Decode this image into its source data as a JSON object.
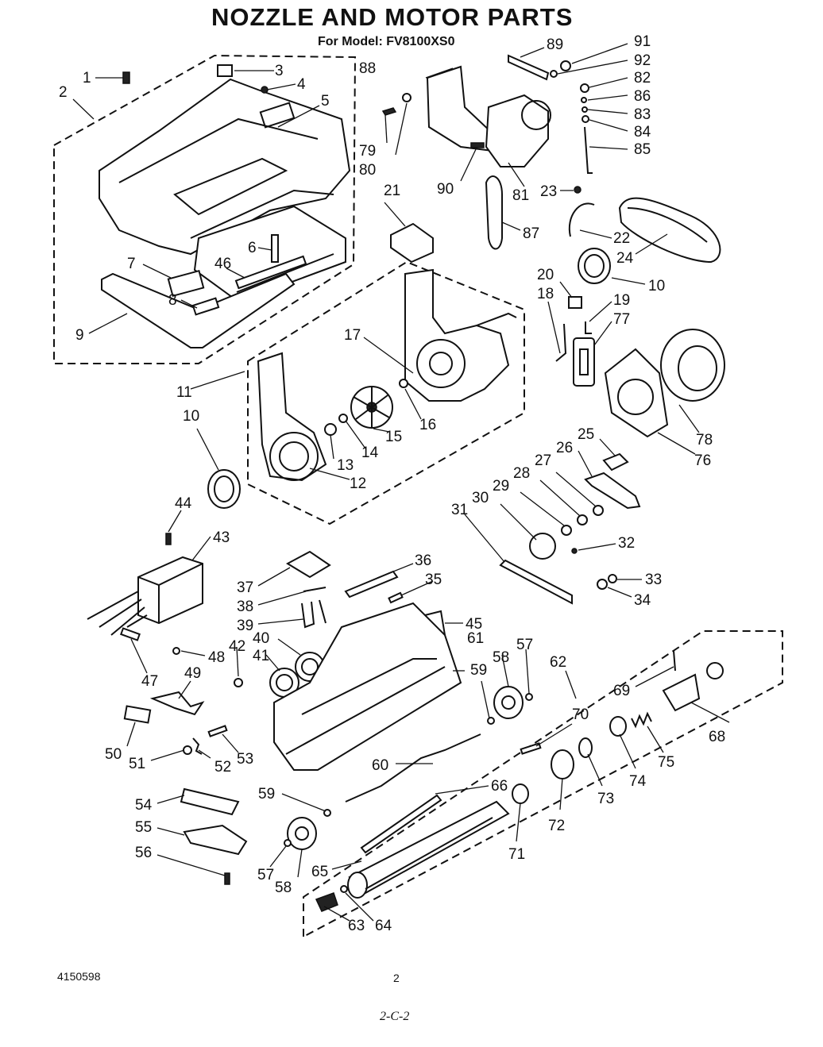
{
  "header": {
    "title": "NOZZLE AND MOTOR PARTS",
    "model": "For Model: FV8100XS0"
  },
  "footer": {
    "doc_number": "4150598",
    "page_number": "2",
    "sheet_code": "2-C-2"
  },
  "labels": {
    "p1": "1",
    "p2": "2",
    "p3": "3",
    "p4": "4",
    "p5": "5",
    "p6": "6",
    "p7": "7",
    "p8": "8",
    "p9": "9",
    "p10a": "10",
    "p10b": "10",
    "p11": "11",
    "p12": "12",
    "p13": "13",
    "p14": "14",
    "p15": "15",
    "p16": "16",
    "p17": "17",
    "p18": "18",
    "p19": "19",
    "p20": "20",
    "p21": "21",
    "p22": "22",
    "p23": "23",
    "p24": "24",
    "p25": "25",
    "p26": "26",
    "p27": "27",
    "p28": "28",
    "p29": "29",
    "p30": "30",
    "p31": "31",
    "p32": "32",
    "p33": "33",
    "p34": "34",
    "p35": "35",
    "p36": "36",
    "p37": "37",
    "p38": "38",
    "p39": "39",
    "p40": "40",
    "p41": "41",
    "p42": "42",
    "p43": "43",
    "p44": "44",
    "p45": "45",
    "p46": "46",
    "p47": "47",
    "p48": "48",
    "p49": "49",
    "p50": "50",
    "p51": "51",
    "p52": "52",
    "p53": "53",
    "p54": "54",
    "p55": "55",
    "p56": "56",
    "p57a": "57",
    "p57b": "57",
    "p58a": "58",
    "p58b": "58",
    "p59a": "59",
    "p59b": "59",
    "p60": "60",
    "p61": "61",
    "p62": "62",
    "p63": "63",
    "p64": "64",
    "p65": "65",
    "p66": "66",
    "p68": "68",
    "p69": "69",
    "p70": "70",
    "p71": "71",
    "p72": "72",
    "p73": "73",
    "p74": "74",
    "p75": "75",
    "p76": "76",
    "p77": "77",
    "p78": "78",
    "p79": "79",
    "p80": "80",
    "p81": "81",
    "p82": "82",
    "p83": "83",
    "p84": "84",
    "p85": "85",
    "p86": "86",
    "p87": "87",
    "p88": "88",
    "p89": "89",
    "p90": "90",
    "p91": "91",
    "p92": "92"
  }
}
